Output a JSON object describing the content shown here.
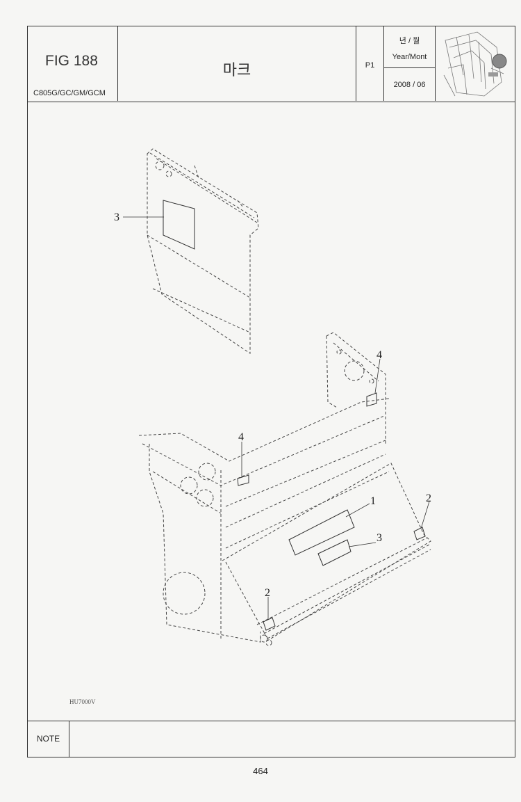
{
  "header": {
    "fig_number": "FIG 188",
    "model": "C805G/GC/GM/GCM",
    "title": "마크",
    "page": "P1",
    "date_label_korean": "년 / 월",
    "date_label_english": "Year/Mont",
    "date_value": "2008 / 06",
    "thumbnail_icon": "combine-harvester-thumbnail"
  },
  "drawing": {
    "callouts": [
      "3",
      "4",
      "4",
      "1",
      "3",
      "2",
      "2"
    ],
    "code": "HU7000V"
  },
  "footer": {
    "note_label": "NOTE",
    "note_text": "",
    "page_number": "464"
  }
}
